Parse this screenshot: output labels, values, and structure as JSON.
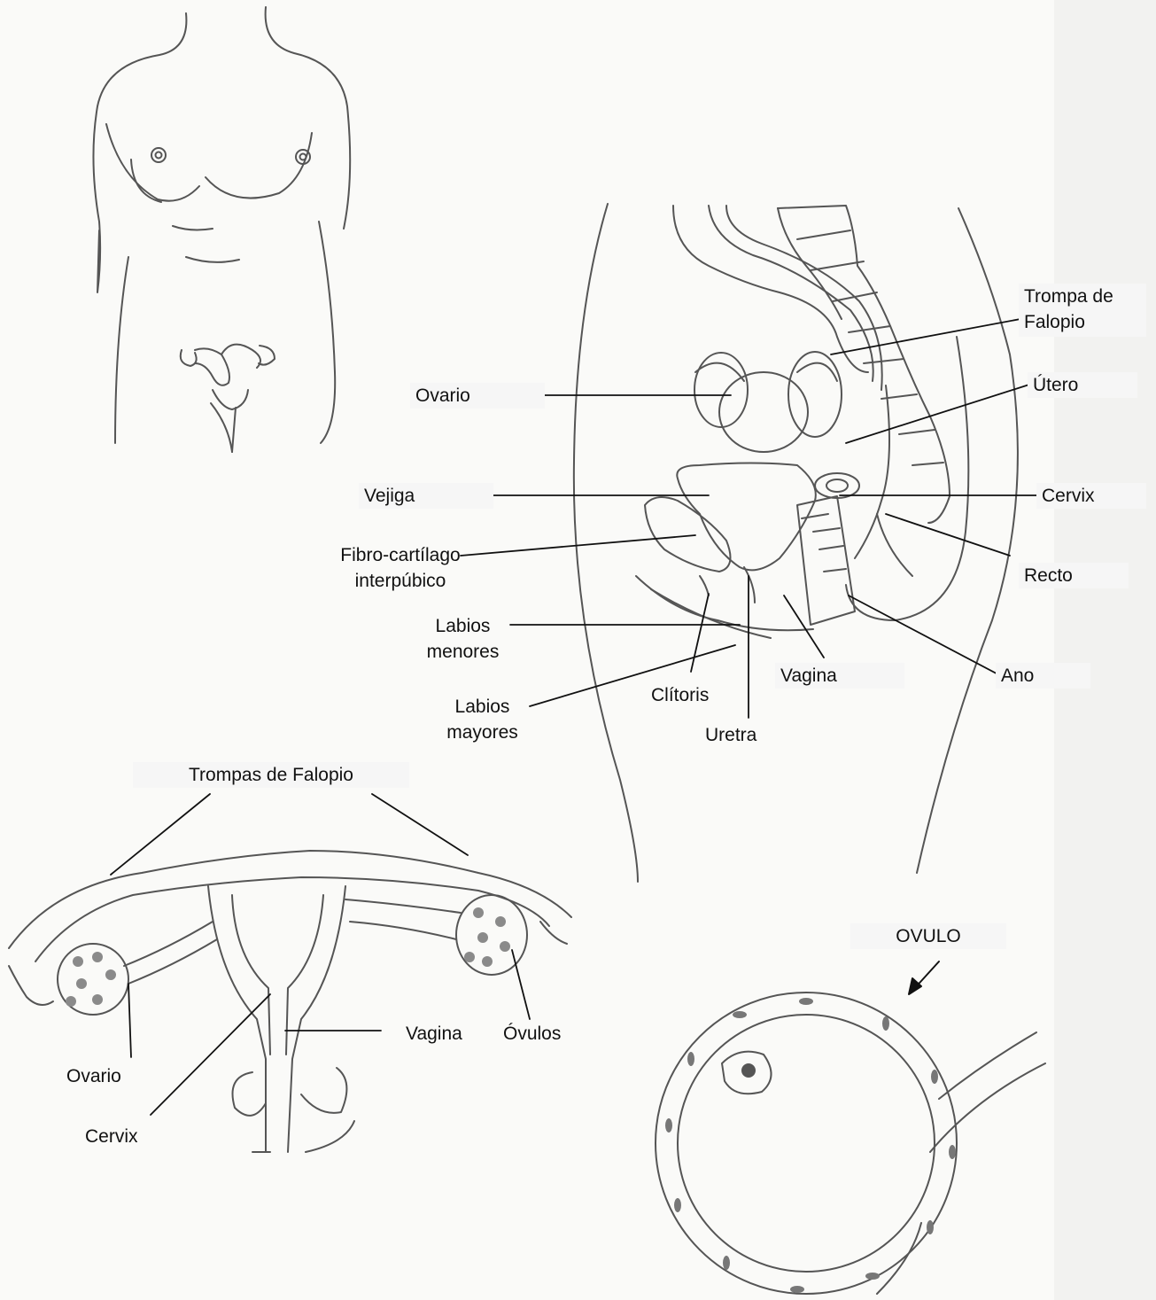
{
  "labels": {
    "trompa_de_falopio_line1": "Trompa de",
    "trompa_de_falopio_line2": "Falopio",
    "ovario_side": "Ovario",
    "utero": "Útero",
    "vejiga": "Vejiga",
    "cervix_side": "Cervix",
    "fibro_line1": "Fibro-cartílago",
    "fibro_line2": "interpúbico",
    "recto": "Recto",
    "labios_menores_line1": "Labios",
    "labios_menores_line2": "menores",
    "vagina_side": "Vagina",
    "ano": "Ano",
    "clitoris": "Clítoris",
    "labios_mayores_line1": "Labios",
    "labios_mayores_line2": "mayores",
    "uretra": "Uretra",
    "trompas_de_falopio": "Trompas de Falopio",
    "ovulo_title": "OVULO",
    "vagina_front": "Vagina",
    "ovulos": "Óvulos",
    "ovario_front": "Ovario",
    "cervix_front": "Cervix"
  },
  "colors": {
    "pencil": "#555555",
    "paper": "#fafaf8",
    "label_box": "#f6f6f6"
  }
}
